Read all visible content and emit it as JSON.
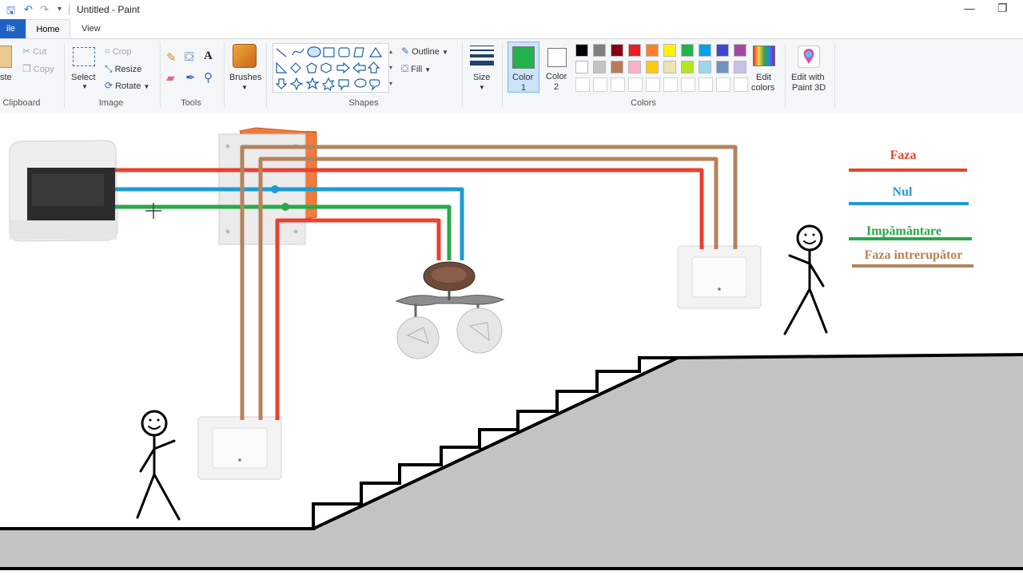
{
  "window": {
    "title": "Untitled - Paint",
    "minimize_glyph": "—",
    "restore_glyph": "❐"
  },
  "tabs": {
    "file": "ile",
    "home": "Home",
    "view": "View"
  },
  "ribbon": {
    "clipboard": {
      "paste": "ste",
      "cut": "Cut",
      "copy": "Copy",
      "label": "Clipboard"
    },
    "image": {
      "select": "Select",
      "crop": "Crop",
      "resize": "Resize",
      "rotate": "Rotate",
      "label": "Image"
    },
    "tools": {
      "label": "Tools"
    },
    "brushes": {
      "label": "Brushes"
    },
    "shapes": {
      "outline": "Outline",
      "fill": "Fill",
      "label": "Shapes"
    },
    "size": {
      "label": "Size"
    },
    "colors": {
      "color1_label": "Color",
      "color1_num": "1",
      "color2_label": "Color",
      "color2_num": "2",
      "edit_colors_line1": "Edit",
      "edit_colors_line2": "colors",
      "paint3d_line1": "Edit with",
      "paint3d_line2": "Paint 3D",
      "label": "Colors",
      "color1_value": "#22b14c",
      "color2_value": "#ffffff",
      "palette_row1": [
        "#000000",
        "#7f7f7f",
        "#880015",
        "#ed1c24",
        "#ff7f27",
        "#fff200",
        "#22b14c",
        "#00a2e8",
        "#3f48cc",
        "#a349a4"
      ],
      "palette_row2": [
        "#ffffff",
        "#c3c3c3",
        "#b97a57",
        "#ffaec9",
        "#ffc90e",
        "#efe4b0",
        "#b5e61d",
        "#99d9ea",
        "#7092be",
        "#c8bfe7"
      ]
    }
  },
  "legend": {
    "faza": "Faza",
    "nul": "Nul",
    "impamantare": "Impământare",
    "faza_intrerupator": "Faza intrerupător",
    "colors": {
      "faza": "#e8412f",
      "nul": "#1f9ad6",
      "impamantare": "#2aa84a",
      "faza_intrerupator": "#b5835a"
    }
  }
}
